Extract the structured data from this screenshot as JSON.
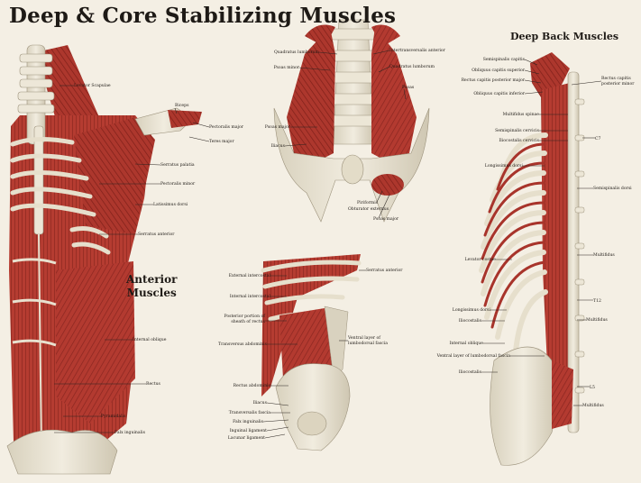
{
  "title": "Deep & Core Stabilizing Muscles",
  "sections": {
    "deep_back": "Deep Back Muscles",
    "anterior_line1": "Anterior",
    "anterior_line2": "Muscles"
  },
  "colors": {
    "background": "#f4efe4",
    "muscle": "#b33a30",
    "muscle_dark": "#7e1f19",
    "bone": "#e9e3d2",
    "bone_shade": "#c8c0ab"
  },
  "labels": {
    "levator_scapulae": "Levator Scapulae",
    "biceps": "Biceps",
    "pectoralis_major": "Pectoralis major",
    "teres_major": "Teres major",
    "serratus_palatia": "Serratus palatia",
    "pectoralis_minor": "Pectoralis minor",
    "latissimus_dorsi": "Latissimus dorsi",
    "serratus_anterior": "Serratus anterior",
    "internal_oblique": "Internal oblique",
    "rectus": "Rectus",
    "pyramidalis": "Pyramidalis",
    "falx_inguinalis": "Falx inguinalis",
    "quadratus_lumborum_l": "Quadratus lumborum",
    "intertransversalis": "Intertransversalis anterior",
    "psoas_minor": "Psoas minor",
    "quadratus_lumborum_r": "Quadratus lumborum",
    "psoas_r": "Psoas",
    "psoas_major": "Psoas major",
    "iliacus": "Iliacus",
    "piriformis": "Piriformis",
    "obturator_externus": "Obturator externus",
    "psoas_major_low": "Psoas major",
    "external_intercostal": "External intercostal",
    "internal_intercostal": "Internal intercostal",
    "posterior_sheath_1": "Posterior portion of",
    "posterior_sheath_2": "sheath of rectus",
    "transversus": "Transversus abdominis",
    "serratus_anterior_m": "Serratus anterior",
    "ventral_layer_1": "Ventral layer of",
    "ventral_layer_2": "lumbodorsal fascia",
    "rectus_abdominis": "Rectus abdominis",
    "iliacus_m": "Iliacus",
    "transversalis_fascia": "Transversalis fascia",
    "falx_inguinalis_m": "Falx inguinalis",
    "inguinal_ligament": "Inguinal ligament",
    "lacunar_ligament": "Lacunar ligament",
    "semispinalis_capitis": "Semispinalis capitis",
    "obliquus_sup": "Obliquus capitis superior",
    "rectus_post_major": "Rectus capitis posterior major",
    "obliquus_inf": "Obliquus capitis inferior",
    "rectus_post_minor_1": "Rectus capitis",
    "rectus_post_minor_2": "posterior minor",
    "multifidus_spinae": "Multifidus spinae",
    "semispinalis_cervicis": "Semispinalis cervicis",
    "iliocostalis_cervicis": "Iliocostalis cervicis",
    "c7": "C7",
    "longissimus_dorsi": "Longissimus dorsi",
    "semispinalis_dorsi": "Semispinalis dorsi",
    "levator_costae": "Levator costae",
    "multifidus_1": "Multifidus",
    "t12": "T12",
    "longissimus_dorsi_2": "Longissimus dorsi",
    "iliocostalis": "Iliocostalis",
    "multifidus_2": "Multifidus",
    "internal_oblique_b": "Internal oblique",
    "ventral_layer_b": "Ventral layer of lumbodorsal fascia",
    "iliocostalis_b": "Iliocostalis",
    "l5": "L5",
    "multifidus_3": "Multifidus"
  }
}
